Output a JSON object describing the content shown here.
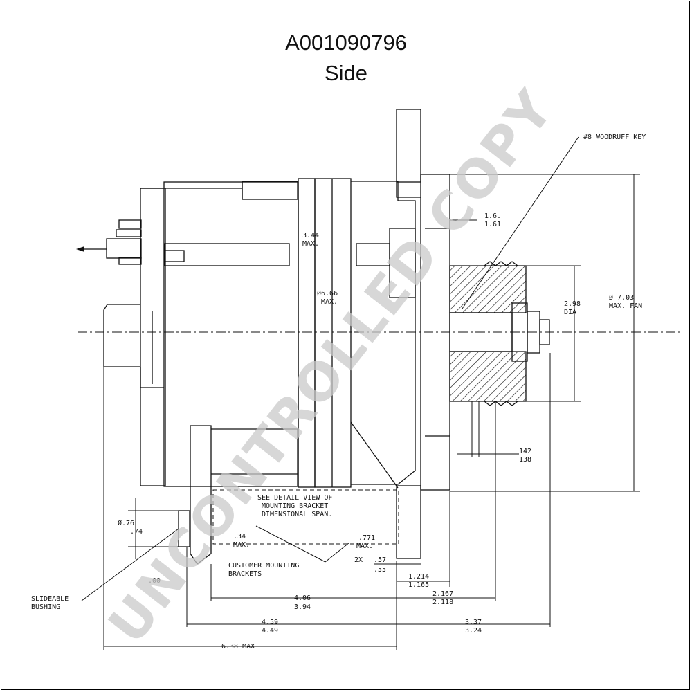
{
  "header": {
    "part_number": "A001090796",
    "view": "Side"
  },
  "watermark": "UNCONTROLLED COPY",
  "labels": {
    "woodruff_key": "#8 WOODRUFF KEY",
    "max_344_a": "3.44",
    "max_344_b": "MAX.",
    "dia_666_a": "Ø6.66",
    "dia_666_b": "MAX.",
    "dim_161_a": "1.6.",
    "dim_161_b": "1.61",
    "pulley_a": "2.98",
    "pulley_b": "DIA",
    "fan_a": "Ø 7.03",
    "fan_b": "MAX. FAN",
    "groove_a": "142",
    "groove_b": "138",
    "detail_1": "SEE DETAIL VIEW OF",
    "detail_2": "MOUNTING BRACKET",
    "detail_3": "DIMENSIONAL SPAN.",
    "bush_a": "Ø.76",
    "bush_b": ".74",
    "d34_a": ".34",
    "d34_b": "MAX.",
    "d771_a": ".771",
    "d771_b": "MAX.",
    "ear_2x": "2X",
    "ear_a": ".57",
    "ear_b": ".55",
    "cust_1": "CUSTOMER MOUNTING",
    "cust_2": "BRACKETS",
    "slide_1": "SLIDEABLE",
    "slide_2": "BUSHING",
    "d1214_a": "1.214",
    "d1214_b": "1.165",
    "d2167_a": "2.167",
    "d2167_b": "2.118",
    "d406_a": "4.06",
    "d406_b": "3.94",
    "d459_a": "4.59",
    "d459_b": "4.49",
    "d337_a": "3.37",
    "d337_b": "3.24",
    "d638": "6.38 MAX",
    "d_dot": ".00"
  }
}
